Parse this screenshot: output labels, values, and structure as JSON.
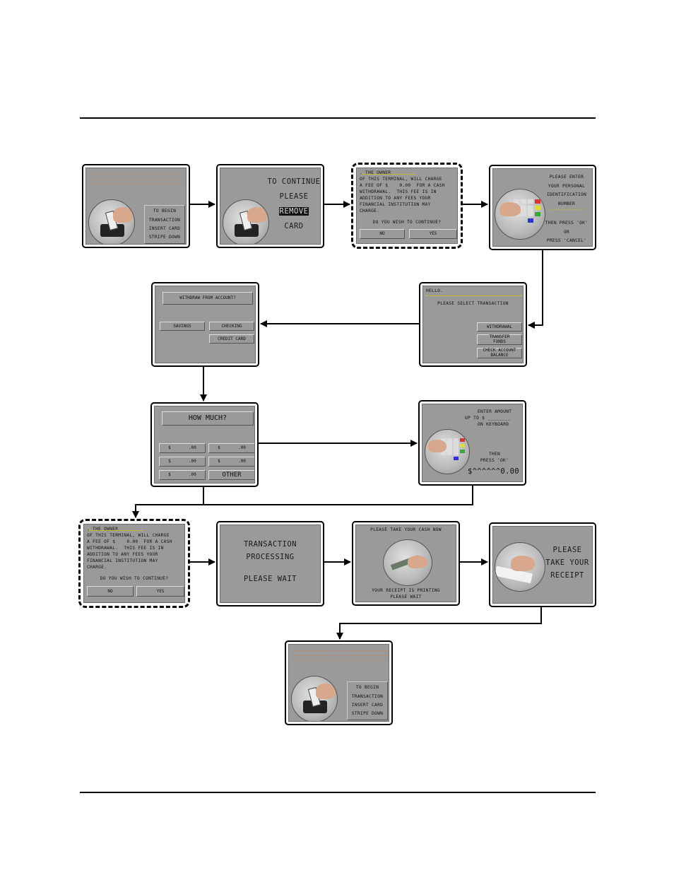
{
  "screens": {
    "s1": {
      "lines": [
        "TO BEGIN",
        "TRANSACTION",
        "INSERT CARD",
        "STRIPE DOWN"
      ]
    },
    "s2": {
      "lines": [
        "TO CONTINUE",
        "PLEASE",
        "REMOVE",
        "CARD"
      ]
    },
    "s3": {
      "fee_text": ", THE OWNER\nOF THIS TERMINAL, WILL CHARGE\nA FEE OF $    0.00  FOR A CASH\nWITHDRAWAL.  THIS FEE IS IN\nADDITION TO ANY FEES YOUR\nFINANCIAL INSTITUTION MAY\nCHARGE.",
      "question": "DO YOU WISH TO CONTINUE?",
      "no": "NO",
      "yes": "YES"
    },
    "s4": {
      "text": "PLEASE ENTER\nYOUR PERSONAL\nIDENTIFICATION\nNUMBER",
      "mask": "^^^^^^^^^^^^",
      "text2": "THEN PRESS 'OK'\nOR\nPRESS 'CANCEL'"
    },
    "s5": {
      "hello": "HELLO.",
      "prompt": "PLEASE SELECT TRANSACTION",
      "b1": "WITHDRAWAL",
      "b2": "TRANSFER\nFUNDS",
      "b3": "CHECK ACCOUNT\nBALANCE"
    },
    "s6": {
      "title": "WITHDRAW FROM ACCOUNT?",
      "savings": "SAVINGS",
      "checking": "CHECKING",
      "credit": "CREDIT CARD"
    },
    "s7": {
      "title": "HOW MUCH?",
      "amounts": [
        "$       .00",
        "$       .00",
        "$       .00",
        "$       .00",
        "$       .00"
      ],
      "other": "OTHER"
    },
    "s8": {
      "line1": "ENTER AMOUNT",
      "line2": "UP TO $ ________",
      "line3": "ON KEYBOARD",
      "line4": "THEN\nPRESS 'OK'",
      "entry": "$^^^^^^0.00"
    },
    "s9": {
      "fee_text": ", THE OWNER\nOF THIS TERMINAL, WILL CHARGE\nA FEE OF $    0.00  FOR A CASH\nWITHDRAWAL.  THIS FEE IS IN\nADDITION TO ANY FEES YOUR\nFINANCIAL INSTITUTION MAY\nCHARGE.",
      "question": "DO YOU WISH TO CONTINUE?",
      "no": "NO",
      "yes": "YES"
    },
    "s10": {
      "l1": "TRANSACTION",
      "l2": "PROCESSING",
      "l3": "PLEASE WAIT"
    },
    "s11": {
      "top": "PLEASE TAKE YOUR CASH NOW",
      "bottom": "YOUR RECEIPT IS PRINTING\nPLEASE WAIT"
    },
    "s12": {
      "text": "PLEASE\nTAKE YOUR\nRECEIPT"
    },
    "s13": {
      "lines": [
        "TO BEGIN",
        "TRANSACTION",
        "INSERT CARD",
        "STRIPE DOWN"
      ]
    }
  },
  "colors": {
    "screen_bg": "#9a9a9a",
    "border": "#000000",
    "dots": "#b88a6a"
  }
}
